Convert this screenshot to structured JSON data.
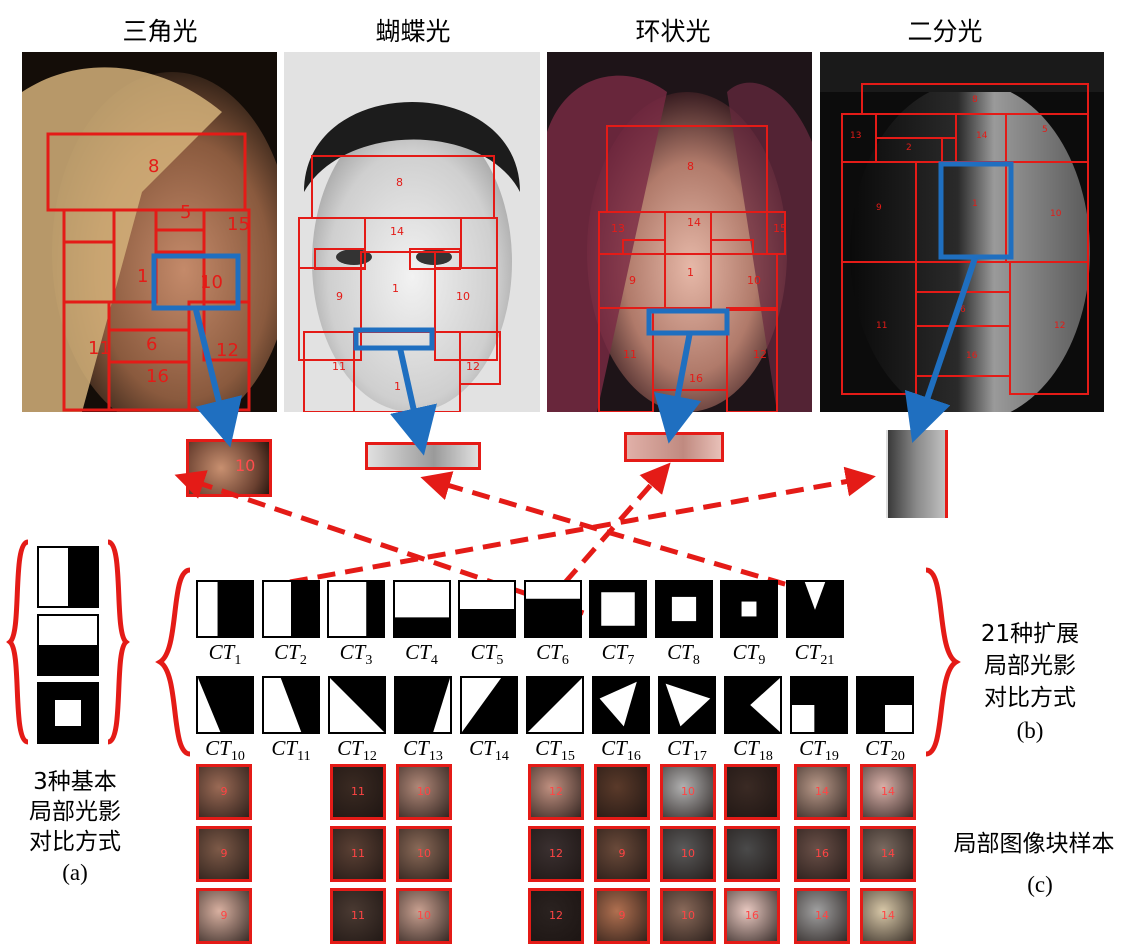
{
  "photos": [
    {
      "title": "三角光",
      "bg": "#3a2a1e",
      "region_labels": [
        "8",
        "5",
        "15",
        "1",
        "10",
        "11",
        "6",
        "12",
        "16"
      ]
    },
    {
      "title": "蝴蝶光",
      "bg": "#cfcfcf",
      "region_labels": [
        "8",
        "14",
        "9",
        "1",
        "10",
        "11",
        "12"
      ]
    },
    {
      "title": "环状光",
      "bg": "#6b4f4a",
      "region_labels": [
        "8",
        "13",
        "14",
        "15",
        "9",
        "1",
        "10",
        "11",
        "12",
        "16"
      ]
    },
    {
      "title": "二分光",
      "bg": "#2b2b2b",
      "region_labels": [
        "8",
        "13",
        "2",
        "14",
        "9",
        "1",
        "10",
        "11",
        "12",
        "16"
      ]
    }
  ],
  "crops": [
    {
      "label": "10"
    },
    {
      "label": ""
    },
    {
      "label": ""
    },
    {
      "label": ""
    }
  ],
  "basic": {
    "label_lines": [
      "3种基本",
      "局部光影",
      "对比方式"
    ],
    "tag": "(a)"
  },
  "extended": {
    "label_lines": [
      "21种扩展",
      "局部光影",
      "对比方式"
    ],
    "tag": "(b)"
  },
  "samples": {
    "label": "局部图像块样本",
    "tag": "(c)"
  },
  "ct_row1": [
    {
      "base": "CT",
      "sub": "1"
    },
    {
      "base": "CT",
      "sub": "2"
    },
    {
      "base": "CT",
      "sub": "3"
    },
    {
      "base": "CT",
      "sub": "4"
    },
    {
      "base": "CT",
      "sub": "5"
    },
    {
      "base": "CT",
      "sub": "6"
    },
    {
      "base": "CT",
      "sub": "7"
    },
    {
      "base": "CT",
      "sub": "8"
    },
    {
      "base": "CT",
      "sub": "9"
    },
    {
      "base": "CT",
      "sub": "21"
    }
  ],
  "ct_row2": [
    {
      "base": "CT",
      "sub": "10"
    },
    {
      "base": "CT",
      "sub": "11"
    },
    {
      "base": "CT",
      "sub": "12"
    },
    {
      "base": "CT",
      "sub": "13"
    },
    {
      "base": "CT",
      "sub": "14"
    },
    {
      "base": "CT",
      "sub": "15"
    },
    {
      "base": "CT",
      "sub": "16"
    },
    {
      "base": "CT",
      "sub": "17"
    },
    {
      "base": "CT",
      "sub": "18"
    },
    {
      "base": "CT",
      "sub": "19"
    },
    {
      "base": "CT",
      "sub": "20"
    }
  ],
  "patch_columns": [
    {
      "labels": [
        "9",
        "9",
        "9"
      ],
      "tones": [
        "#9a6a55",
        "#7d5a48",
        "#d8b0a0"
      ]
    },
    {
      "labels": [],
      "tones": []
    },
    {
      "labels": [
        "11",
        "11",
        "11"
      ],
      "tones": [
        "#3a2a22",
        "#5a4034",
        "#4a3a32"
      ]
    },
    {
      "labels": [
        "10",
        "10",
        "10"
      ],
      "tones": [
        "#b08878",
        "#8a6a58",
        "#c8a090"
      ]
    },
    {
      "labels": [],
      "tones": []
    },
    {
      "labels": [
        "12",
        "12",
        "12"
      ],
      "tones": [
        "#c09080",
        "#3a3030",
        "#2a2220"
      ]
    },
    {
      "labels": [
        "",
        "9",
        "9"
      ],
      "tones": [
        "#5a3a2a",
        "#6a4a3a",
        "#b07050"
      ]
    },
    {
      "labels": [
        "10",
        "10",
        "10"
      ],
      "tones": [
        "#b0b0b0",
        "#5a5a5a",
        "#8a6a5a"
      ]
    },
    {
      "labels": [
        "",
        "",
        "16"
      ],
      "tones": [
        "#3a2a24",
        "#4a4a4a",
        "#e8c8c0"
      ]
    },
    {
      "labels": [
        "14",
        "16",
        "14"
      ],
      "tones": [
        "#b89888",
        "#6a5048",
        "#a0a0a0"
      ]
    },
    {
      "labels": [
        "14",
        "14",
        "14"
      ],
      "tones": [
        "#d8b0a8",
        "#7a6a60",
        "#d8c8a8"
      ]
    }
  ],
  "colors": {
    "accent_red": "#e41b17",
    "accent_blue": "#1f6fc0"
  }
}
